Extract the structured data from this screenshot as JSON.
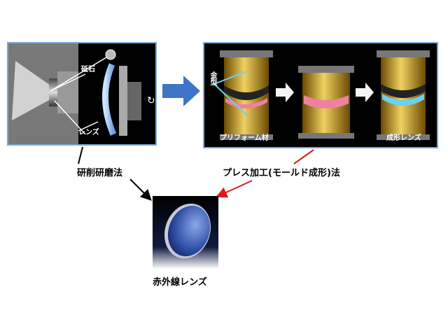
{
  "left_panel": {
    "label_grindstone": "砥石",
    "label_lens": "レンズ",
    "caption": "研削研磨法"
  },
  "right_panel": {
    "label_mold": "金型",
    "label_preform": "プリフォーム材",
    "label_formed_lens": "成形レンズ",
    "caption": "プレス加工(モールド成形)法"
  },
  "result": {
    "caption": "赤外線レンズ"
  },
  "colors": {
    "panel_border": "#7aa9d8",
    "big_arrow": "#3f74c8",
    "red_arrow": "#e01818",
    "pink_preform": "#f080a0",
    "gold_mold": "#c8a020",
    "cyan_lens": "#6cd0f0"
  }
}
